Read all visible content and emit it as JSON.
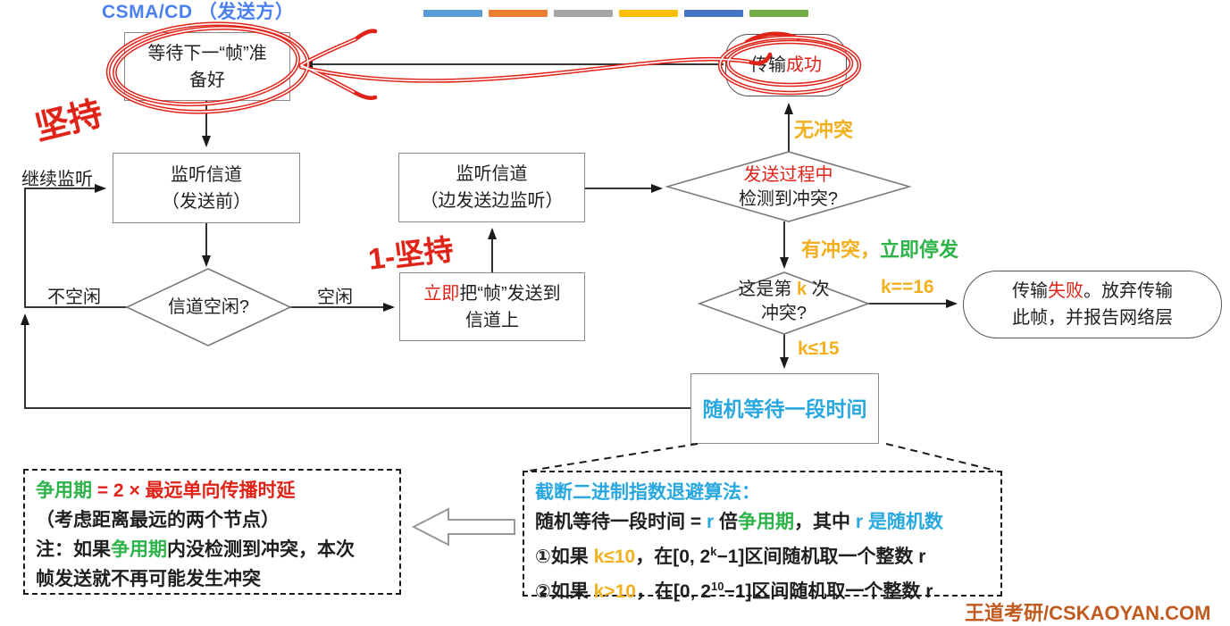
{
  "title": "CSMA/CD （发送方）",
  "legend_colors": [
    "#5B9BD5",
    "#ED7D31",
    "#A5A5A5",
    "#FFC000",
    "#4472C4",
    "#70AD47"
  ],
  "handwriting": {
    "persist": "坚持",
    "one_persist": "1-坚持"
  },
  "nodes": {
    "wait_frame": {
      "line1": "等待下一“帧”准",
      "line2": "备好"
    },
    "listen_before": {
      "line1": "监听信道",
      "line2": "（发送前）"
    },
    "channel_idle": {
      "text": "信道空闲?"
    },
    "send_now": {
      "red": "立即",
      "rest": "把“帧”发送到",
      "line2": "信道上"
    },
    "listen_while": {
      "line1": "监听信道",
      "line2": "（边发送边监听）"
    },
    "collision_check": {
      "line1": "发送过程中",
      "line2": "检测到冲突?"
    },
    "success": {
      "black": "传输",
      "red": "成功"
    },
    "kth_collision": {
      "pre": "这是第 ",
      "k": "k",
      "post": " 次",
      "line2": "冲突?"
    },
    "fail": {
      "pre": "传输",
      "red": "失败",
      "post": "。放弃传输",
      "line2": "此帧，并报告网络层"
    },
    "random_wait": {
      "text": "随机等待一段时间"
    }
  },
  "edge_labels": {
    "keep_listening": "继续监听",
    "not_idle": "不空闲",
    "idle": "空闲",
    "no_collision": "无冲突",
    "collision_part1": "有冲突，",
    "collision_part2": "立即停发",
    "k_eq_16": "k==16",
    "k_le_15": "k≤15"
  },
  "contention_note": {
    "l1_green": "争用期",
    "l1_red": " = 2 × 最远单向传播时延",
    "l2": "（考虑距离最远的两个节点）",
    "l3_pre": "注：如果",
    "l3_green": "争用期",
    "l3_post": "内没检测到冲突，本次",
    "l4": "帧发送就不再可能发生冲突"
  },
  "backoff_note": {
    "title": "截断二进制指数退避算法：",
    "l2_pre": "随机等待一段时间 = ",
    "l2_r": "r",
    "l2_mid": " 倍",
    "l2_green": "争用期",
    "l2_mid2": "，其中 ",
    "l2_cyan": "r 是随机数",
    "l3_pre": "①如果 ",
    "l3_cond": "k≤10",
    "l3_mid": "，在[0, 2",
    "l3_sup": "k",
    "l3_post": "−1]区间随机取一个整数 r",
    "l4_pre": "②如果 ",
    "l4_cond": "k>10",
    "l4_mid": "，在[0, 2",
    "l4_sup": "10",
    "l4_post": "−1]区间随机取一个整数 r"
  },
  "watermark": "王道考研/CSKAOYAN.COM",
  "colors": {
    "accent_red": "#E02318",
    "accent_yellow": "#F2B01E",
    "accent_green": "#2EB34A",
    "accent_cyan": "#29A8E0",
    "title_blue": "#4A80F0",
    "watermark_orange": "#C05A1E"
  }
}
